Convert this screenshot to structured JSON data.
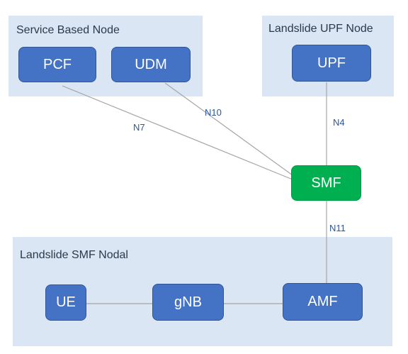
{
  "groups": {
    "service_based": "Service Based Node",
    "landslide_upf": "Landslide UPF Node",
    "landslide_smf": "Landslide SMF Nodal"
  },
  "nodes": {
    "pcf": "PCF",
    "udm": "UDM",
    "upf": "UPF",
    "smf": "SMF",
    "ue": "UE",
    "gnb": "gNB",
    "amf": "AMF"
  },
  "edges": {
    "n7": "N7",
    "n10": "N10",
    "n4": "N4",
    "n11": "N11"
  },
  "colors": {
    "node_blue": "#4472c4",
    "node_green": "#00b050",
    "group_bg": "#dae6f3",
    "edge_line": "#a6a6a6",
    "edge_label": "#2f5597"
  }
}
